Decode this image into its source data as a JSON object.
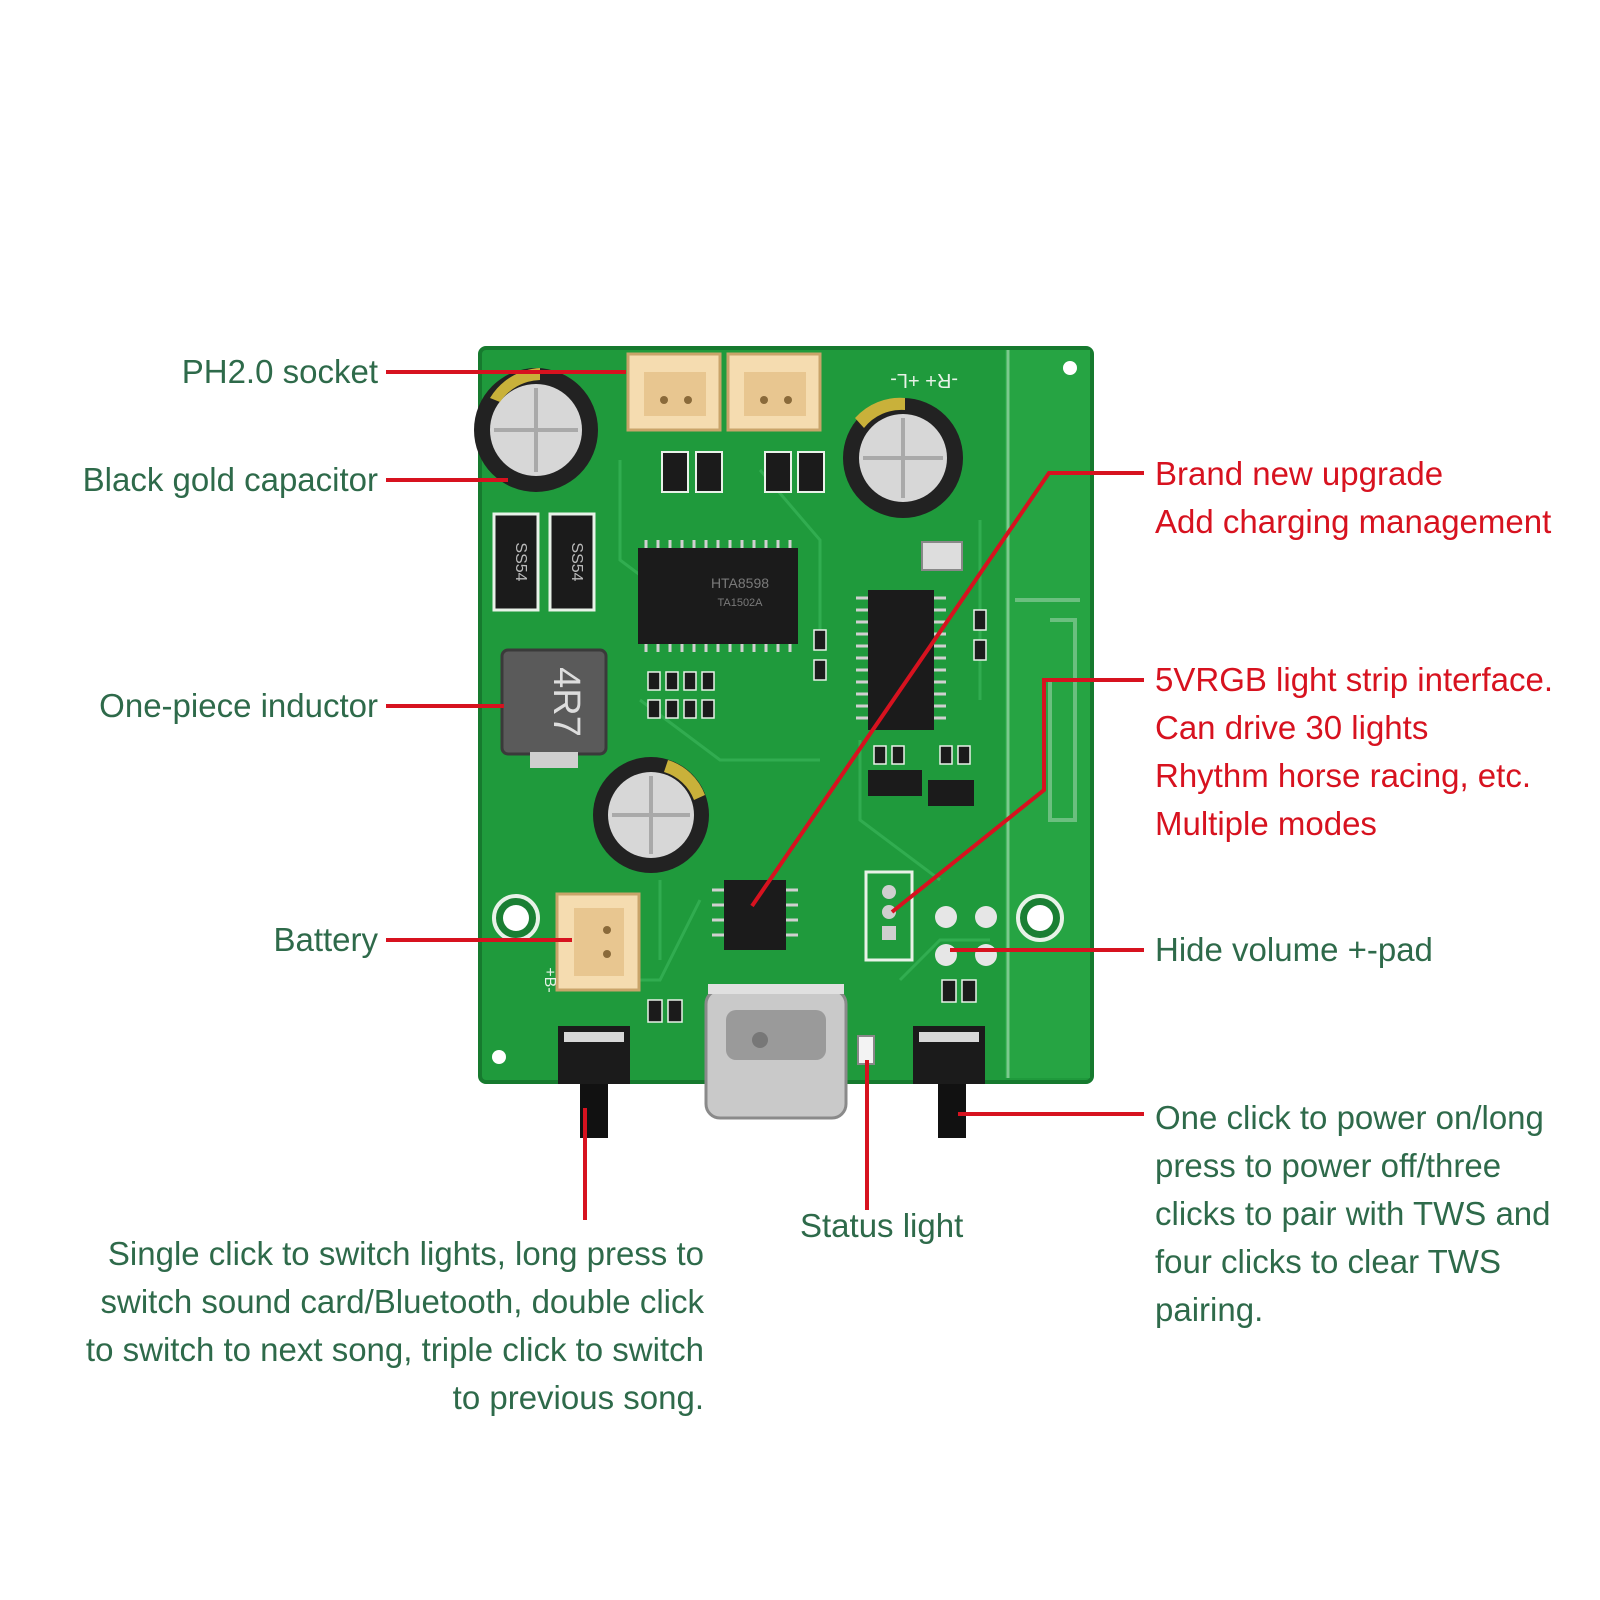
{
  "colors": {
    "label_green": "#2e6a4a",
    "label_red": "#d7121f",
    "leader_red": "#d7121f",
    "board_green": "#1f9a3c",
    "board_dark": "#167a2e",
    "silkscreen": "#e8f2e8"
  },
  "labels": {
    "ph20_socket": "PH2.0 socket",
    "black_gold_capacitor": "Black gold capacitor",
    "one_piece_inductor": "One-piece inductor",
    "battery": "Battery",
    "brand_new_upgrade": [
      "Brand new upgrade",
      "Add charging management"
    ],
    "rgb_interface": [
      "5VRGB light strip interface.",
      "Can drive 30 lights",
      "Rhythm horse racing, etc.",
      "Multiple modes"
    ],
    "hide_volume": "Hide volume +-pad",
    "power_button": [
      "One click to power on/long",
      "press to power off/three",
      "clicks to pair with TWS and",
      "four clicks to clear TWS",
      "pairing."
    ],
    "status_light": "Status light",
    "light_button": [
      "Single click to switch lights, long press to",
      "switch sound card/Bluetooth, double click",
      "to switch to next song, triple click to switch",
      "to previous song."
    ]
  },
  "board_markings": {
    "inductor": "4R7",
    "diode": "SS54",
    "amp_chip": "HTA8598",
    "amp_chip_code": "TA1502A",
    "speaker_markings": "-R+ +L-",
    "battery_marking": "+B-"
  },
  "icons": {
    "board": "pcb-board-image",
    "usb_c": "usb-c-port-icon",
    "capacitor": "capacitor-icon",
    "button": "tactile-button-icon"
  }
}
